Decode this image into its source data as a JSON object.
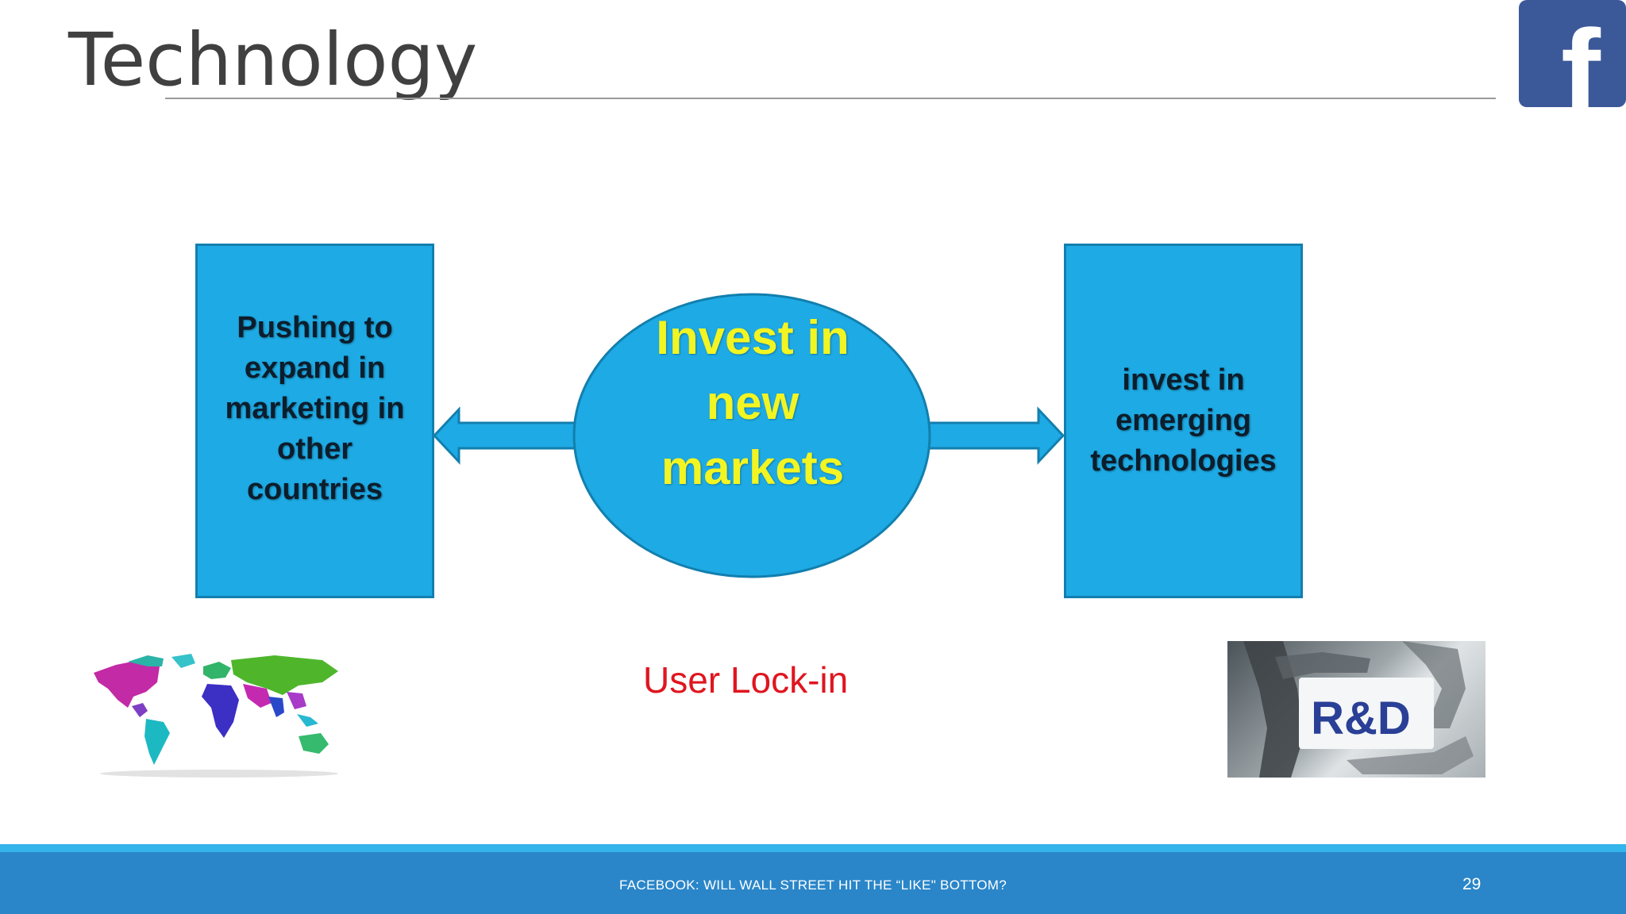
{
  "slide": {
    "title": "Technology",
    "page_number": "29",
    "footer": "FACEBOOK: WILL WALL STREET HIT THE “LIKE\" BOTTOM?"
  },
  "diagram": {
    "hub": {
      "lines": [
        "Invest in",
        "new",
        "markets"
      ]
    },
    "left_box": {
      "lines": [
        "Pushing to",
        "expand in",
        "marketing in",
        "other",
        "countries"
      ]
    },
    "right_box": {
      "lines": [
        "invest in",
        "emerging",
        "technologies"
      ]
    },
    "caption": "User Lock-in"
  },
  "images": {
    "logo": {
      "icon": "facebook-logo-icon",
      "letter": "f"
    },
    "world_map": {
      "icon": "world-map-icon"
    },
    "rd": {
      "icon": "rd-hands-frame-icon",
      "label": "R&D"
    }
  },
  "colors": {
    "box_fill": "#1eaae4",
    "hub_text": "#f2f522",
    "caption": "#e0151f",
    "footer": "#2a86c9",
    "facebook_blue": "#3b5998"
  }
}
